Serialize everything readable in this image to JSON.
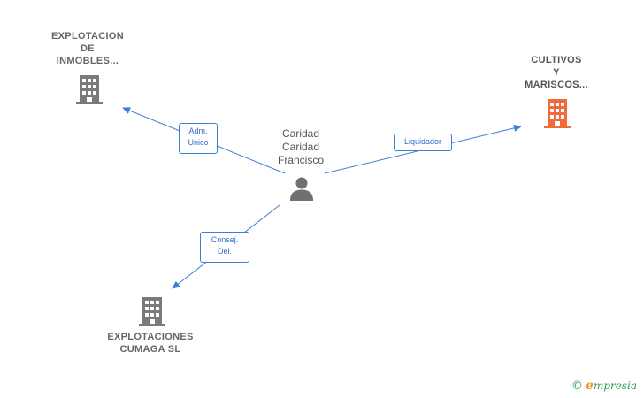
{
  "nodes": {
    "explotacion_inmobles": {
      "lines": [
        "EXPLOTACION",
        "DE",
        "INMOBLES..."
      ]
    },
    "cultivos_mariscos": {
      "lines": [
        "CULTIVOS",
        "Y",
        "MARISCOS..."
      ]
    },
    "explotaciones_cumaga": {
      "lines": [
        "EXPLOTACIONES",
        "CUMAGA SL"
      ]
    },
    "person": {
      "lines": [
        "Caridad",
        "Caridad",
        "Francisco"
      ]
    }
  },
  "edges": {
    "adm_unico": {
      "lines": [
        "Adm.",
        "Unico"
      ]
    },
    "liquidador": {
      "lines": [
        "Liquidador"
      ]
    },
    "consej_del": {
      "lines": [
        "Consej.",
        "Del."
      ]
    }
  },
  "brand": {
    "copyright": "©",
    "initial": "e",
    "rest": "mpresia"
  },
  "colors": {
    "edge": "#3a7fd5",
    "building_gray": "#7a7a7a",
    "building_highlight": "#f26a3a",
    "person": "#707070"
  }
}
